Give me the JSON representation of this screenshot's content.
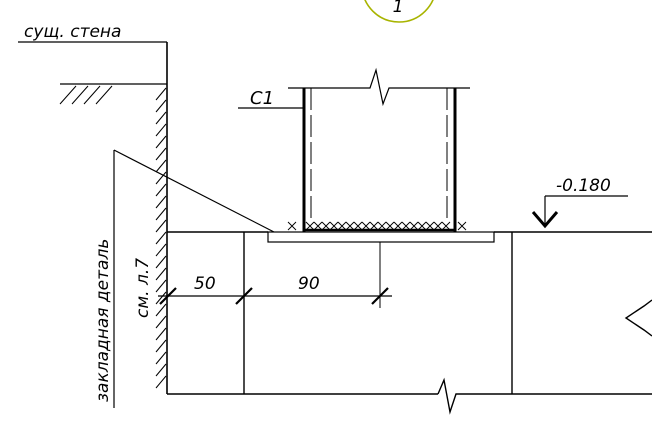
{
  "labels": {
    "existing_wall": "сущ. стена",
    "column_mark": "C1",
    "elevation": "-0.180",
    "embedded_part_line1": "закладная деталь",
    "embedded_part_line2": "см. л.7",
    "dim_left": "50",
    "dim_right": "90",
    "detail_number": "1"
  },
  "colors": {
    "line": "#000000",
    "callout_circle": "#a8b400"
  }
}
